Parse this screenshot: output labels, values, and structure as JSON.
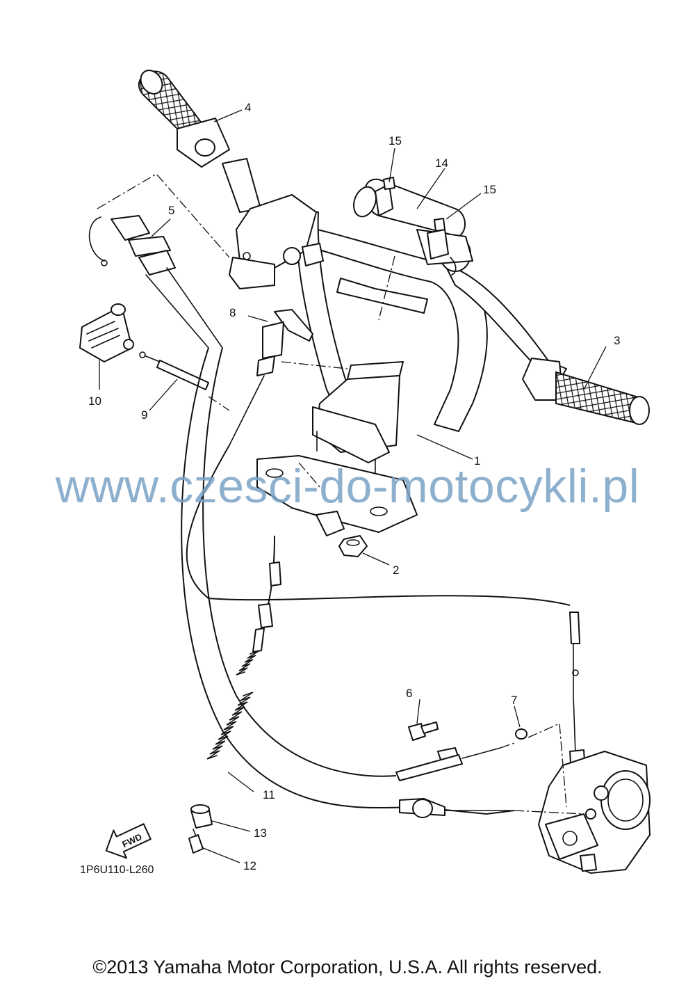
{
  "callouts": [
    {
      "id": "1",
      "label": "1"
    },
    {
      "id": "2",
      "label": "2"
    },
    {
      "id": "3",
      "label": "3"
    },
    {
      "id": "4",
      "label": "4"
    },
    {
      "id": "5",
      "label": "5"
    },
    {
      "id": "6",
      "label": "6"
    },
    {
      "id": "7",
      "label": "7"
    },
    {
      "id": "8",
      "label": "8"
    },
    {
      "id": "9",
      "label": "9"
    },
    {
      "id": "10",
      "label": "10"
    },
    {
      "id": "11",
      "label": "11"
    },
    {
      "id": "12",
      "label": "12"
    },
    {
      "id": "13",
      "label": "13"
    },
    {
      "id": "14",
      "label": "14"
    },
    {
      "id": "15a",
      "label": "15"
    },
    {
      "id": "15b",
      "label": "15"
    }
  ],
  "fwd_arrow_label": "FWD",
  "figure_code": "1P6U110-L260",
  "watermark": "www.czesci-do-motocykli.pl",
  "copyright": "©2013 Yamaha Motor Corporation, U.S.A. All rights reserved."
}
